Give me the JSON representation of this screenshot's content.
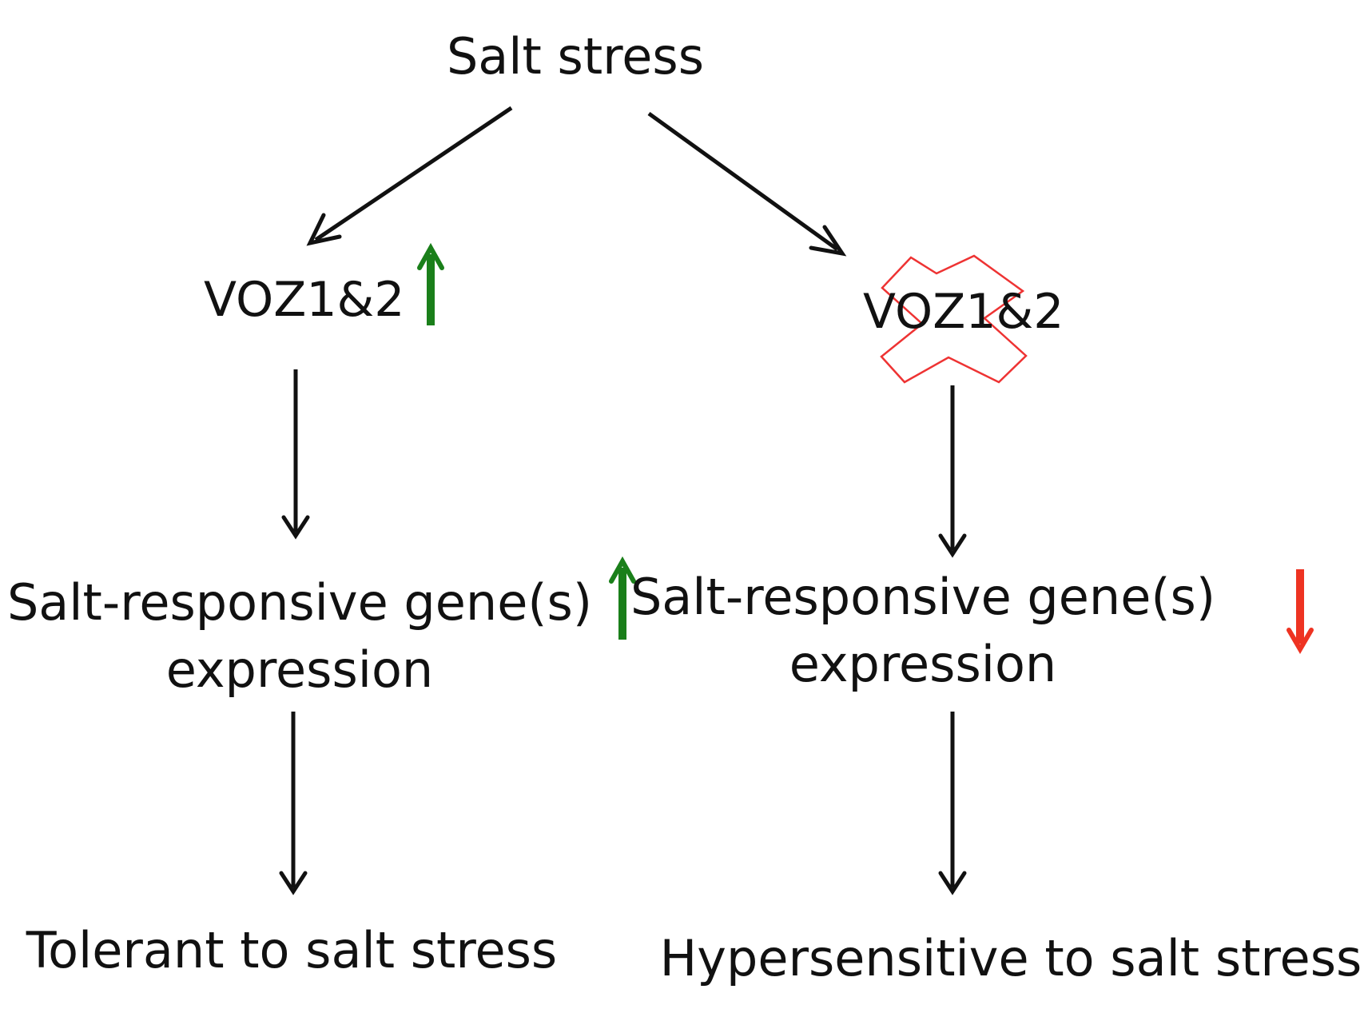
{
  "root": {
    "label": "Salt stress"
  },
  "left_branch": {
    "gene": "VOZ1&2",
    "gene_change": "up",
    "response": [
      "Salt-responsive gene(s)",
      "expression"
    ],
    "response_change": "up",
    "outcome": "Tolerant to salt stress"
  },
  "right_branch": {
    "gene": "VOZ1&2",
    "gene_status": "knocked out (red X)",
    "response": [
      "Salt-responsive gene(s)",
      "expression"
    ],
    "response_change": "down",
    "outcome": "Hypersensitive to salt stress"
  },
  "colors": {
    "flow_arrow": "#111111",
    "increase_arrow": "#1a7f1a",
    "decrease_arrow": "#ee3322",
    "knockout_cross": "#ee3333"
  },
  "icons": {
    "increase": "green-up-arrow-icon",
    "decrease": "red-down-arrow-icon",
    "knockout": "red-x-cross-icon"
  }
}
